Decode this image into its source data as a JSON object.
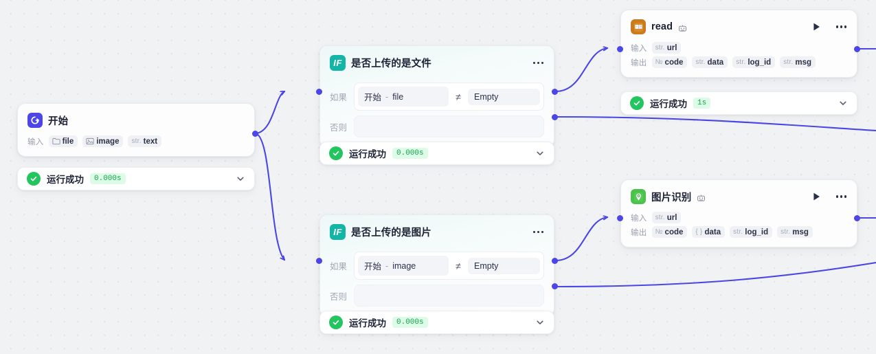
{
  "canvas": {
    "background_color": "#f1f2f4",
    "edge_color": "#4b46e5",
    "accent_color": "#4b46e5"
  },
  "nodes": {
    "start": {
      "title": "开始",
      "icon": "start-circle-arrow-icon",
      "icon_color": "#4b46e5",
      "io": [
        {
          "label": "输入",
          "chips": [
            {
              "prefix": "",
              "icon": "folder-icon",
              "name": "file"
            },
            {
              "prefix": "",
              "icon": "image-icon",
              "name": "image"
            },
            {
              "prefix": "str.",
              "icon": "",
              "name": "text"
            }
          ]
        }
      ],
      "status": {
        "icon": "check-circle-icon",
        "text": "运行成功",
        "time": "0.000s"
      }
    },
    "if_file": {
      "badge": "IF",
      "title": "是否上传的是文件",
      "badge_color": "#13b5a6",
      "menu": "more-options",
      "conditions": [
        {
          "key": "如果",
          "ref_node": "开始",
          "ref_sep": "-",
          "ref_field": "file",
          "operator": "≠",
          "value": "Empty"
        },
        {
          "key": "否则",
          "ref_node": "",
          "ref_sep": "",
          "ref_field": "",
          "operator": "",
          "value": ""
        }
      ],
      "status": {
        "icon": "check-circle-icon",
        "text": "运行成功",
        "time": "0.000s"
      }
    },
    "if_image": {
      "badge": "IF",
      "title": "是否上传的是图片",
      "badge_color": "#13b5a6",
      "menu": "more-options",
      "conditions": [
        {
          "key": "如果",
          "ref_node": "开始",
          "ref_sep": "-",
          "ref_field": "image",
          "operator": "≠",
          "value": "Empty"
        },
        {
          "key": "否则",
          "ref_node": "",
          "ref_sep": "",
          "ref_field": "",
          "operator": "",
          "value": ""
        }
      ],
      "status": {
        "icon": "check-circle-icon",
        "text": "运行成功",
        "time": "0.000s"
      }
    },
    "read": {
      "title": "read",
      "icon": "book-plugin-icon",
      "icon_color": "#c97b1e",
      "plugin_icon": "robot-icon",
      "run_icon": "play-icon",
      "menu": "more-options",
      "io": [
        {
          "label": "输入",
          "chips": [
            {
              "prefix": "str.",
              "icon": "",
              "name": "url"
            }
          ]
        },
        {
          "label": "输出",
          "chips": [
            {
              "prefix": "№",
              "icon": "",
              "name": "code"
            },
            {
              "prefix": "str.",
              "icon": "",
              "name": "data"
            },
            {
              "prefix": "str.",
              "icon": "",
              "name": "log_id"
            },
            {
              "prefix": "str.",
              "icon": "",
              "name": "msg"
            }
          ]
        }
      ],
      "status": {
        "icon": "check-circle-icon",
        "text": "运行成功",
        "time": "1s"
      }
    },
    "image_recognition": {
      "title": "图片识别",
      "icon": "pin-camera-icon",
      "icon_color": "#4cc24c",
      "plugin_icon": "robot-icon",
      "run_icon": "play-icon",
      "menu": "more-options",
      "io": [
        {
          "label": "输入",
          "chips": [
            {
              "prefix": "str.",
              "icon": "",
              "name": "url"
            }
          ]
        },
        {
          "label": "输出",
          "chips": [
            {
              "prefix": "№",
              "icon": "",
              "name": "code"
            },
            {
              "prefix": "{ }",
              "icon": "",
              "name": "data"
            },
            {
              "prefix": "str.",
              "icon": "",
              "name": "log_id"
            },
            {
              "prefix": "str.",
              "icon": "",
              "name": "msg"
            }
          ]
        }
      ]
    }
  }
}
